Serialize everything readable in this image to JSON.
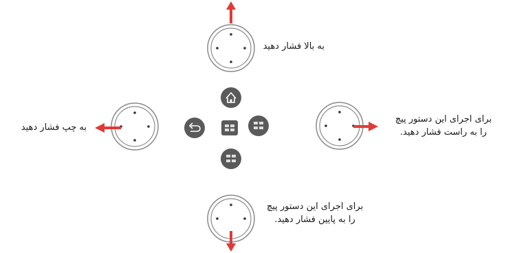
{
  "colors": {
    "arrow": "#e03a36",
    "ring_stroke": "#8a8a8a",
    "button_fill": "#5a5a5a",
    "dot": "#333333"
  },
  "knobs": {
    "top": {
      "direction": "up",
      "label": "به بالا فشار دهید"
    },
    "left": {
      "direction": "left",
      "label": "به چپ فشار دهید"
    },
    "right": {
      "direction": "right",
      "label_line1": "برای اجرای این دستور پیچ",
      "label_line2": "را به راست فشار دهید."
    },
    "bottom": {
      "direction": "down",
      "label_line1": "برای اجرای این دستور پیچ",
      "label_line2": "را به پایین فشار دهید."
    }
  },
  "center_buttons": {
    "top": {
      "icon": "home-icon"
    },
    "left": {
      "icon": "back-arrow-icon"
    },
    "middle": {
      "icon": "menu-icon"
    },
    "right": {
      "icon": "settings-icon"
    },
    "bottom": {
      "icon": "settings-icon"
    }
  }
}
